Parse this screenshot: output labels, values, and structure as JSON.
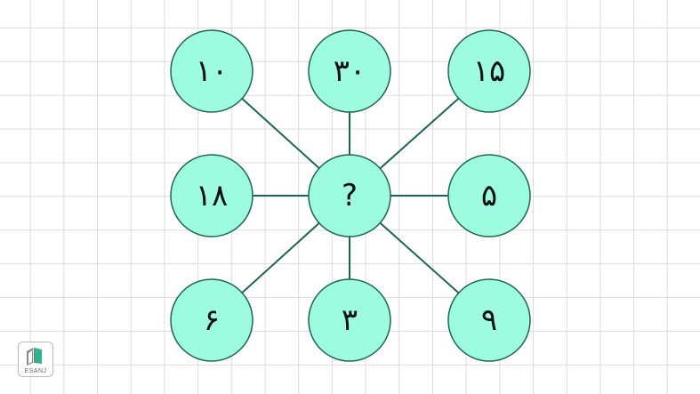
{
  "puzzle": {
    "center": "?",
    "nodes": {
      "top_left": "۱۰",
      "top": "۳۰",
      "top_right": "۱۵",
      "left": "۱۸",
      "right": "۵",
      "bottom_left": "۶",
      "bottom": "۳",
      "bottom_right": "۹"
    }
  },
  "logo": {
    "text": "ESANJ"
  },
  "colors": {
    "node_fill": "#9dfcdf",
    "stroke": "#1d6552",
    "grid": "#dcdcdc"
  }
}
